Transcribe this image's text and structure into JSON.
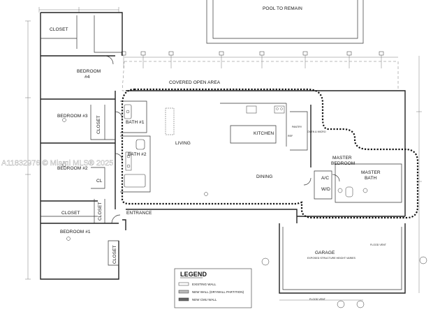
{
  "labels": {
    "pool": "POOL TO REMAIN",
    "covered_area": "COVERED OPEN AREA",
    "closet_top": "CLOSET",
    "bedroom4_title": "BEDROOM",
    "bedroom4_num": "#4",
    "bedroom3": "BEDROOM #3",
    "bath1": "BATH #1",
    "bath2": "BATH #2",
    "bedroom2": "BEDROOM #2",
    "closet_b3": "CLOSET",
    "cl": "CL",
    "closet_mid": "CLOSET",
    "closet_vert": "CLOSET",
    "entrance": "ENTRANCE",
    "bedroom1": "BEDROOM #1",
    "closet_b1": "CLOSET",
    "living": "LIVING",
    "kitchen": "KITCHEN",
    "dining": "DINING",
    "master_bedroom_1": "MASTER",
    "master_bedroom_2": "BEDROOM",
    "master_bath_1": "MASTER",
    "master_bath_2": "BATH",
    "ac": "A/C",
    "wd": "W/D",
    "garage": "GARAGE",
    "garage_note": "EXPOSED STRUCTURE HEIGHT VARIES",
    "pantry": "PANTRY",
    "ref": "REF",
    "oven": "OVEN & MICRO",
    "flood_vent_1": "FLOOD VENT",
    "flood_vent_2": "FLOOD VENT"
  },
  "legend": {
    "title": "LEGEND",
    "items": [
      "EXISTING WALL",
      "NEW WALL (DRYWALL PARTITION)",
      "NEW CMU WALL"
    ]
  },
  "watermark": "A11832976 © Miami MLS® 2025"
}
